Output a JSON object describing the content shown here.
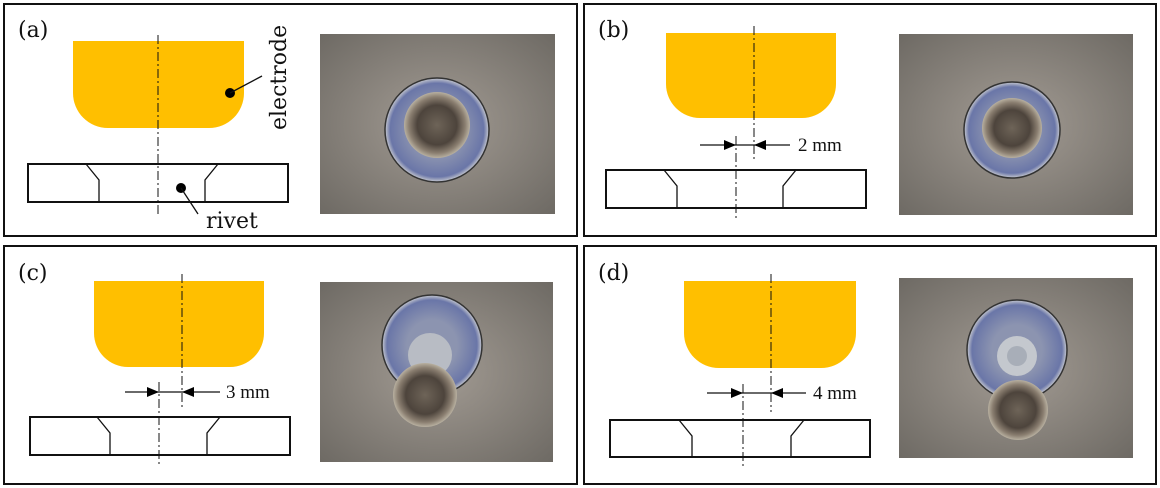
{
  "colors": {
    "electrode": "#FFBF00",
    "frame": "#111111"
  },
  "panels": [
    {
      "label": "(a)",
      "electrode_label": "electrode",
      "rivet_label": "rivet",
      "offset": ""
    },
    {
      "label": "(b)",
      "offset": "2 mm"
    },
    {
      "label": "(c)",
      "offset": "3 mm"
    },
    {
      "label": "(d)",
      "offset": "4 mm"
    }
  ]
}
